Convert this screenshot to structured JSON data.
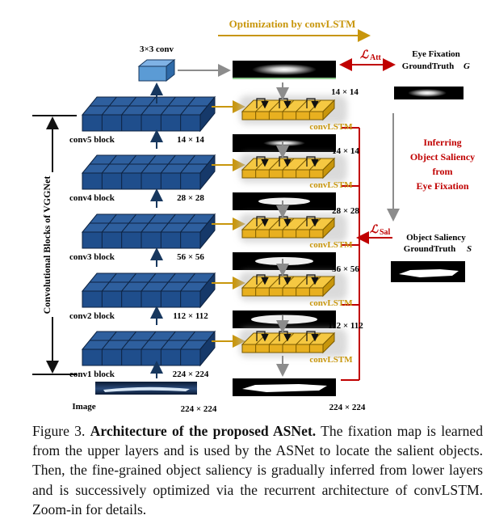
{
  "figure": {
    "optimization_title": "Optimization by convLSTM",
    "conv3x3_label": "3×3 conv",
    "vertical_label": "Convolutional Blocks of VGGNet",
    "encoder": [
      {
        "name": "conv5 block",
        "size": "14 × 14"
      },
      {
        "name": "conv4 block",
        "size": "28 × 28"
      },
      {
        "name": "conv3 block",
        "size": "56 × 56"
      },
      {
        "name": "conv2 block",
        "size": "112 × 112"
      },
      {
        "name": "conv1 block",
        "size": "224 × 224"
      }
    ],
    "input_label": "Image",
    "input_size": "224 × 224",
    "fixation_size": "14 × 14",
    "lstm_label": "convLSTM",
    "lstm_sizes": [
      "14 × 14",
      "28 × 28",
      "56 × 56",
      "112 × 112"
    ],
    "output_size": "224 × 224",
    "loss_att": "ℒ",
    "loss_att_sub": "Att",
    "loss_sal": "ℒ",
    "loss_sal_sub": "Sal",
    "gt_fixation_title": "Eye Fixation",
    "gt_fixation_sub": "GroundTruth",
    "gt_fixation_var": "G",
    "gt_saliency_title": "Object Saliency",
    "gt_saliency_sub": "GroundTruth",
    "gt_saliency_var": "S",
    "inferring_lines": [
      "Inferring",
      "Object Saliency",
      "from",
      "Eye Fixation"
    ],
    "colors": {
      "blue": "#17375e",
      "yellow": "#f5c842",
      "gold": "#c8960c",
      "red": "#c00000",
      "gray": "#8c8c8c",
      "cube_light": "#5b9bd5"
    }
  },
  "caption": {
    "prefix": "Figure 3. ",
    "bold": "Architecture of the proposed ASNet.",
    "rest": " The fixation map is learned from the upper layers and is used by the ASNet to locate the salient objects. Then, the fine-grained object saliency is gradually inferred from lower layers and is successively optimized via the recurrent architecture of convLSTM. Zoom-in for details."
  }
}
